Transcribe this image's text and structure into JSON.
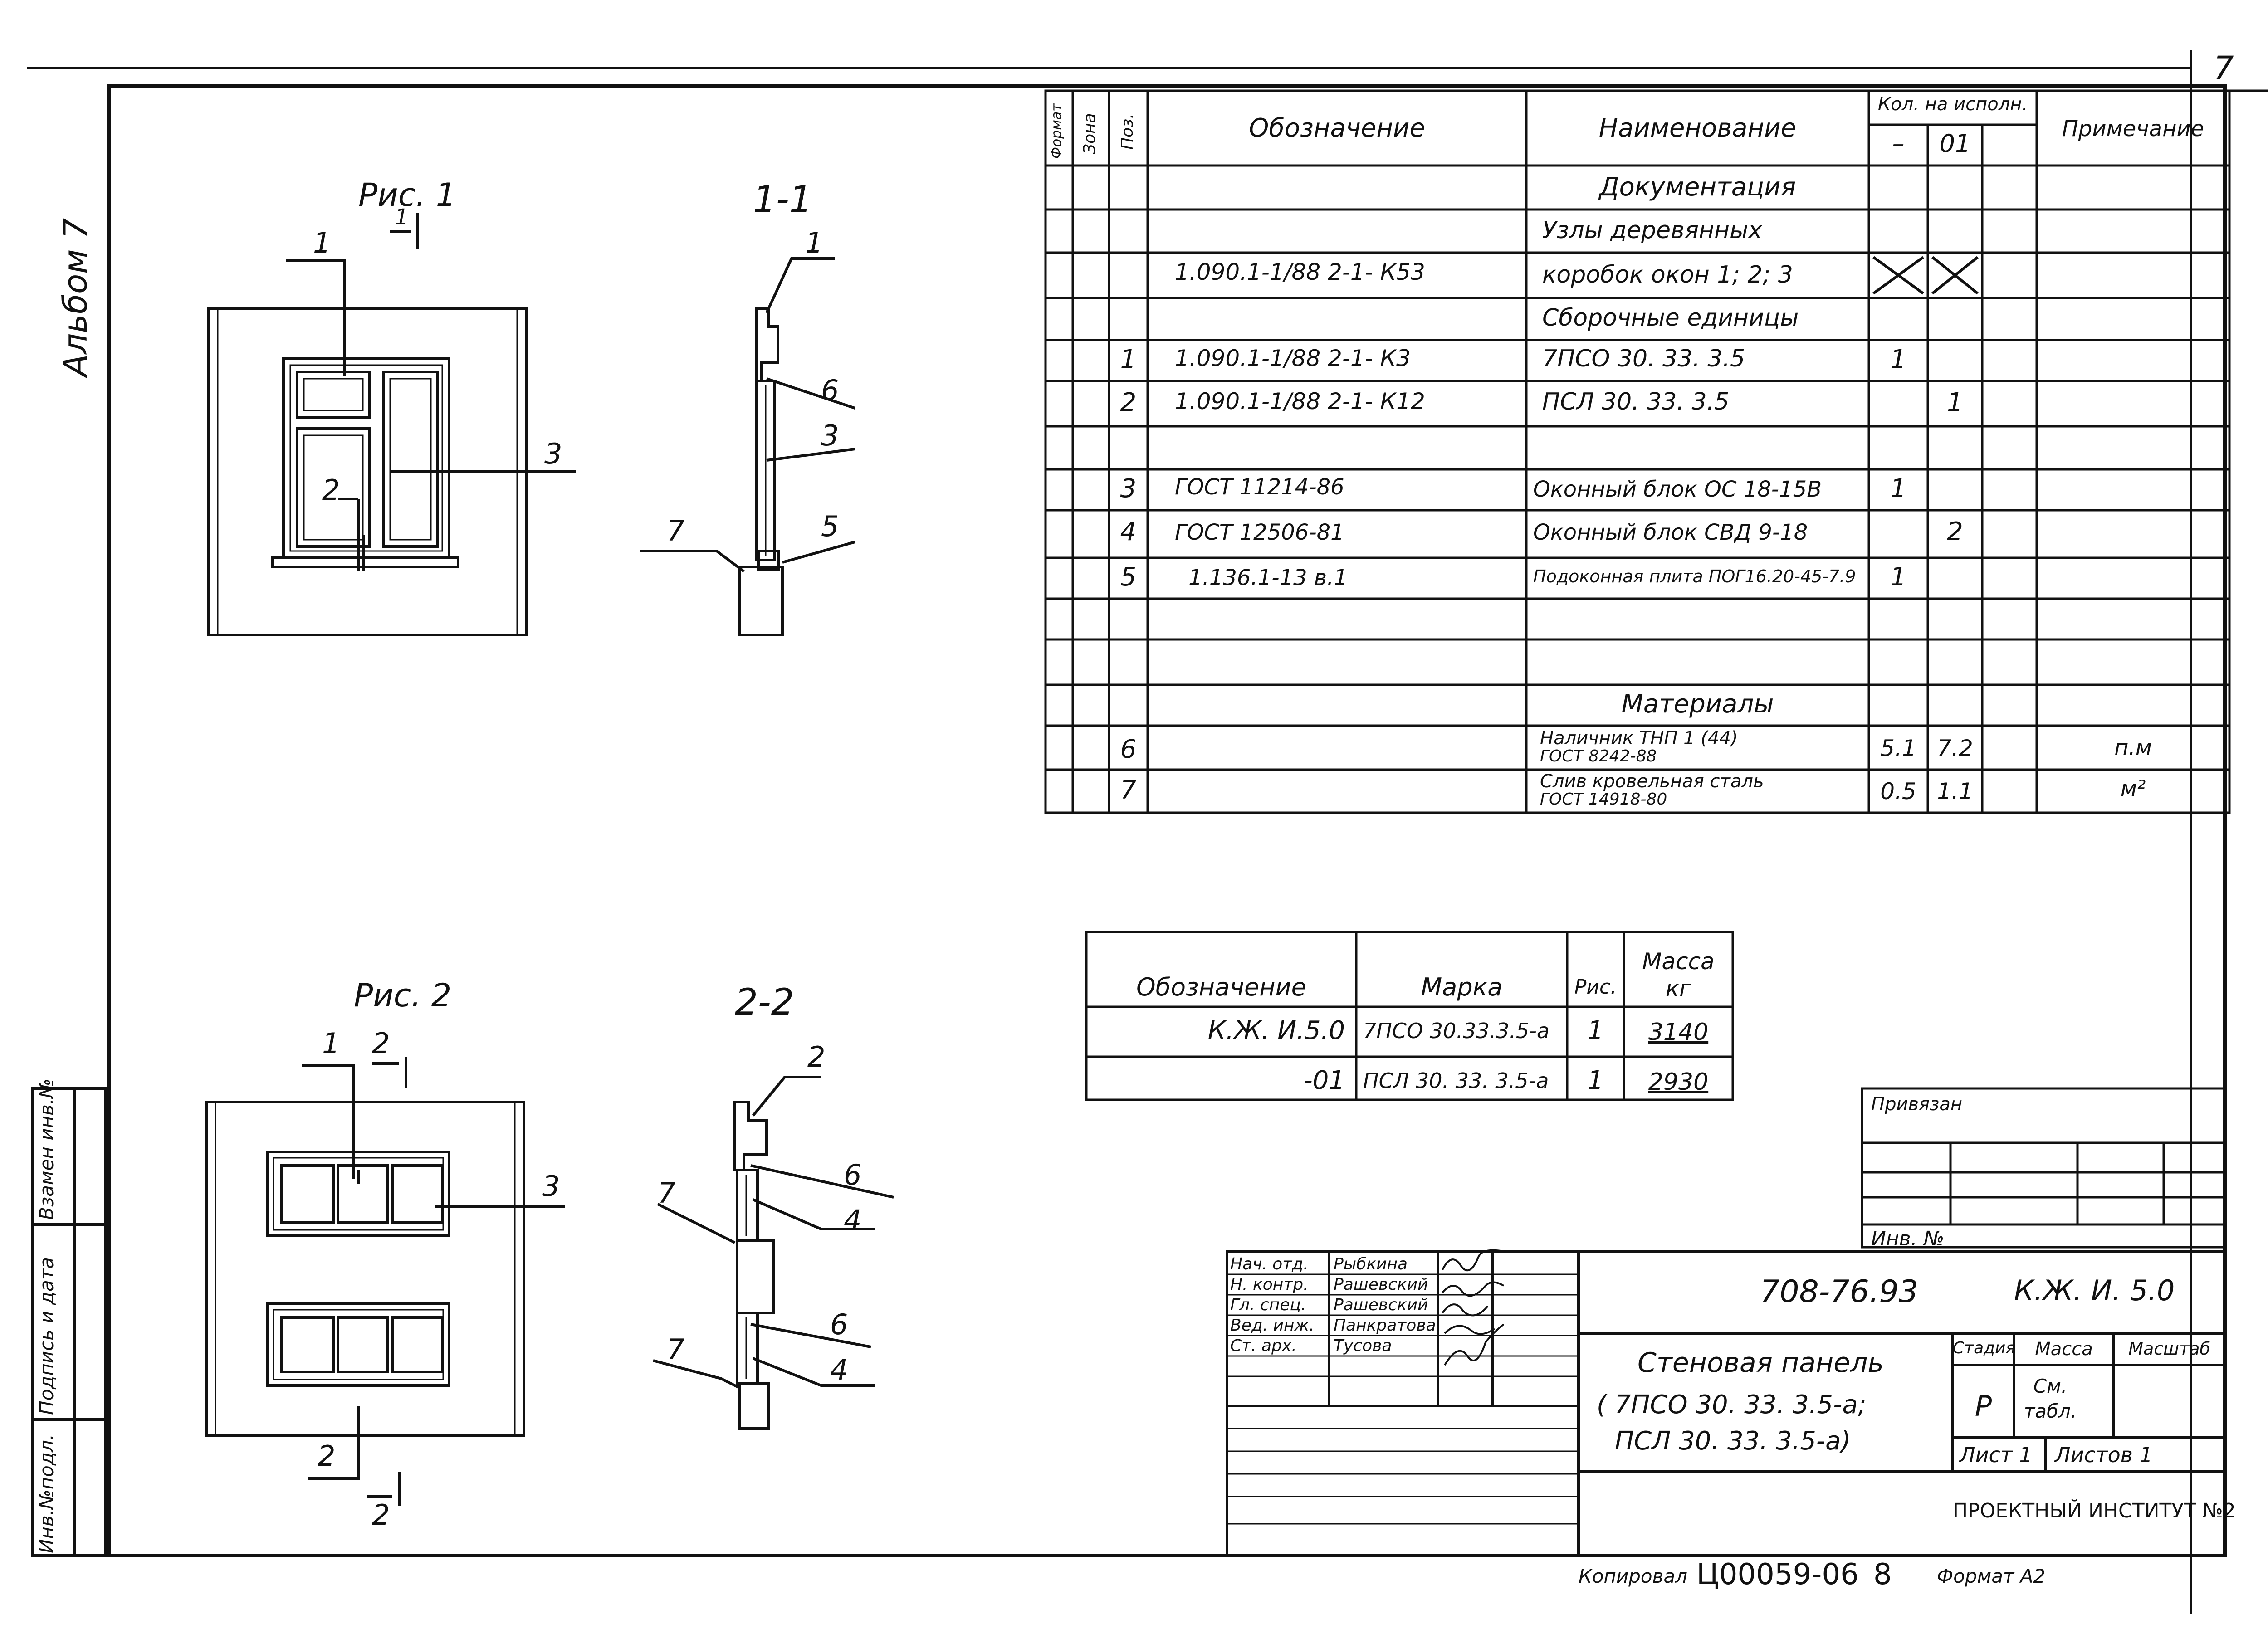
{
  "page": {
    "sheet_number": "7",
    "album_label": "Альбом 7",
    "copy_note_label": "Копировал",
    "copy_note_code": "Ц00059-06",
    "copy_note_num": "8",
    "format_label": "Формат А2"
  },
  "side_stamp": [
    "Инв.№подл.",
    "Подпись и дата",
    "Взамен инв.№"
  ],
  "figures": {
    "fig1": {
      "title": "Рис. 1",
      "cut_mark": "1",
      "callouts": [
        "1",
        "2",
        "3"
      ]
    },
    "section1": {
      "title": "1-1",
      "callouts": [
        "1",
        "6",
        "3",
        "5",
        "7"
      ]
    },
    "fig2": {
      "title": "Рис. 2",
      "cut_mark_top": "2",
      "cut_mark_bottom": "2",
      "callouts": [
        "1",
        "3",
        "2"
      ]
    },
    "section2": {
      "title": "2-2",
      "callouts": [
        "2",
        "6",
        "7",
        "4",
        "6",
        "7",
        "4"
      ]
    }
  },
  "spec": {
    "headers": {
      "format": "Формат",
      "zone": "Зона",
      "pos": "Поз.",
      "designation": "Обозначение",
      "name": "Наименование",
      "qty": "Кол. на исполн.",
      "qty_a": "–",
      "qty_b": "01",
      "note": "Примечание"
    },
    "rows": [
      {
        "pos": "",
        "designation": "",
        "name": "Документация",
        "qa": "",
        "qb": "",
        "note": ""
      },
      {
        "pos": "",
        "designation": "",
        "name": "Узлы деревянных",
        "qa": "",
        "qb": "",
        "note": ""
      },
      {
        "pos": "",
        "designation": "1.090.1-1/88  2-1- К53",
        "name": "коробок    окон 1; 2; 3",
        "qa": "✕",
        "qb": "✕",
        "note": ""
      },
      {
        "pos": "",
        "designation": "",
        "name": "Сборочные    единицы",
        "qa": "",
        "qb": "",
        "note": ""
      },
      {
        "pos": "1",
        "designation": "1.090.1-1/88  2-1- К3",
        "name": "7ПСО  30. 33. 3.5",
        "qa": "1",
        "qb": "",
        "note": ""
      },
      {
        "pos": "2",
        "designation": "1.090.1-1/88  2-1- К12",
        "name": "ПСЛ  30. 33. 3.5",
        "qa": "",
        "qb": "1",
        "note": ""
      },
      {
        "pos": "",
        "designation": "",
        "name": "",
        "qa": "",
        "qb": "",
        "note": ""
      },
      {
        "pos": "3",
        "designation": "ГОСТ 11214-86",
        "name": "Оконный блок ОС 18-15В",
        "qa": "1",
        "qb": "",
        "note": ""
      },
      {
        "pos": "4",
        "designation": "ГОСТ 12506-81",
        "name": "Оконный блок СВД 9-18",
        "qa": "",
        "qb": "2",
        "note": ""
      },
      {
        "pos": "5",
        "designation": "1.136.1-13  в.1",
        "name": "Подоконная плита ПОГ16.20-45-7.9",
        "qa": "1",
        "qb": "",
        "note": ""
      },
      {
        "pos": "",
        "designation": "",
        "name": "",
        "qa": "",
        "qb": "",
        "note": ""
      },
      {
        "pos": "",
        "designation": "",
        "name": "",
        "qa": "",
        "qb": "",
        "note": ""
      },
      {
        "pos": "",
        "designation": "",
        "name": "Материалы",
        "qa": "",
        "qb": "",
        "note": ""
      },
      {
        "pos": "6",
        "designation": "",
        "name": "Наличник ТНП 1 (44)",
        "name2": "ГОСТ 8242-88",
        "qa": "5.1",
        "qb": "7.2",
        "note": "п.м"
      },
      {
        "pos": "7",
        "designation": "",
        "name": "Слив  кровельная сталь",
        "name2": "ГОСТ 14918-80",
        "qa": "0.5",
        "qb": "1.1",
        "note": "м²"
      }
    ]
  },
  "mass_table": {
    "headers": [
      "Обозначение",
      "Марка",
      "Рис.",
      "Масса кг"
    ],
    "rows": [
      {
        "designation": "К.Ж. И.5.0",
        "mark": "7ПСО 30.33.3.5-а",
        "fig": "1",
        "mass": "3140"
      },
      {
        "designation": "-01",
        "mark": "ПСЛ 30. 33. 3.5-а",
        "fig": "1",
        "mass": "2930"
      }
    ]
  },
  "binding": {
    "label": "Привязан",
    "inv_label": "Инв. №"
  },
  "title_block": {
    "signatures": [
      {
        "role": "Нач. отд.",
        "name": "Рыбкина"
      },
      {
        "role": "Н. контр.",
        "name": "Рашевский"
      },
      {
        "role": "Гл. спец.",
        "name": "Рашевский"
      },
      {
        "role": "Вед. инж.",
        "name": "Панкратова"
      },
      {
        "role": "Ст. арх.",
        "name": "Тусова"
      }
    ],
    "doc_number": "708-76.93",
    "doc_code": "К.Ж. И. 5.0",
    "title_line1": "Стеновая    панель",
    "title_line2": "( 7ПСО  30. 33. 3.5-а;",
    "title_line3": "ПСЛ 30. 33. 3.5-а)",
    "stage_label": "Стадия",
    "mass_label": "Масса",
    "scale_label": "Масштаб",
    "stage": "Р",
    "mass_value": "См. табл.",
    "sheet_label": "Лист 1",
    "sheets_label": "Листов 1",
    "organization": "ПРОЕКТНЫЙ ИНСТИТУТ №2"
  }
}
